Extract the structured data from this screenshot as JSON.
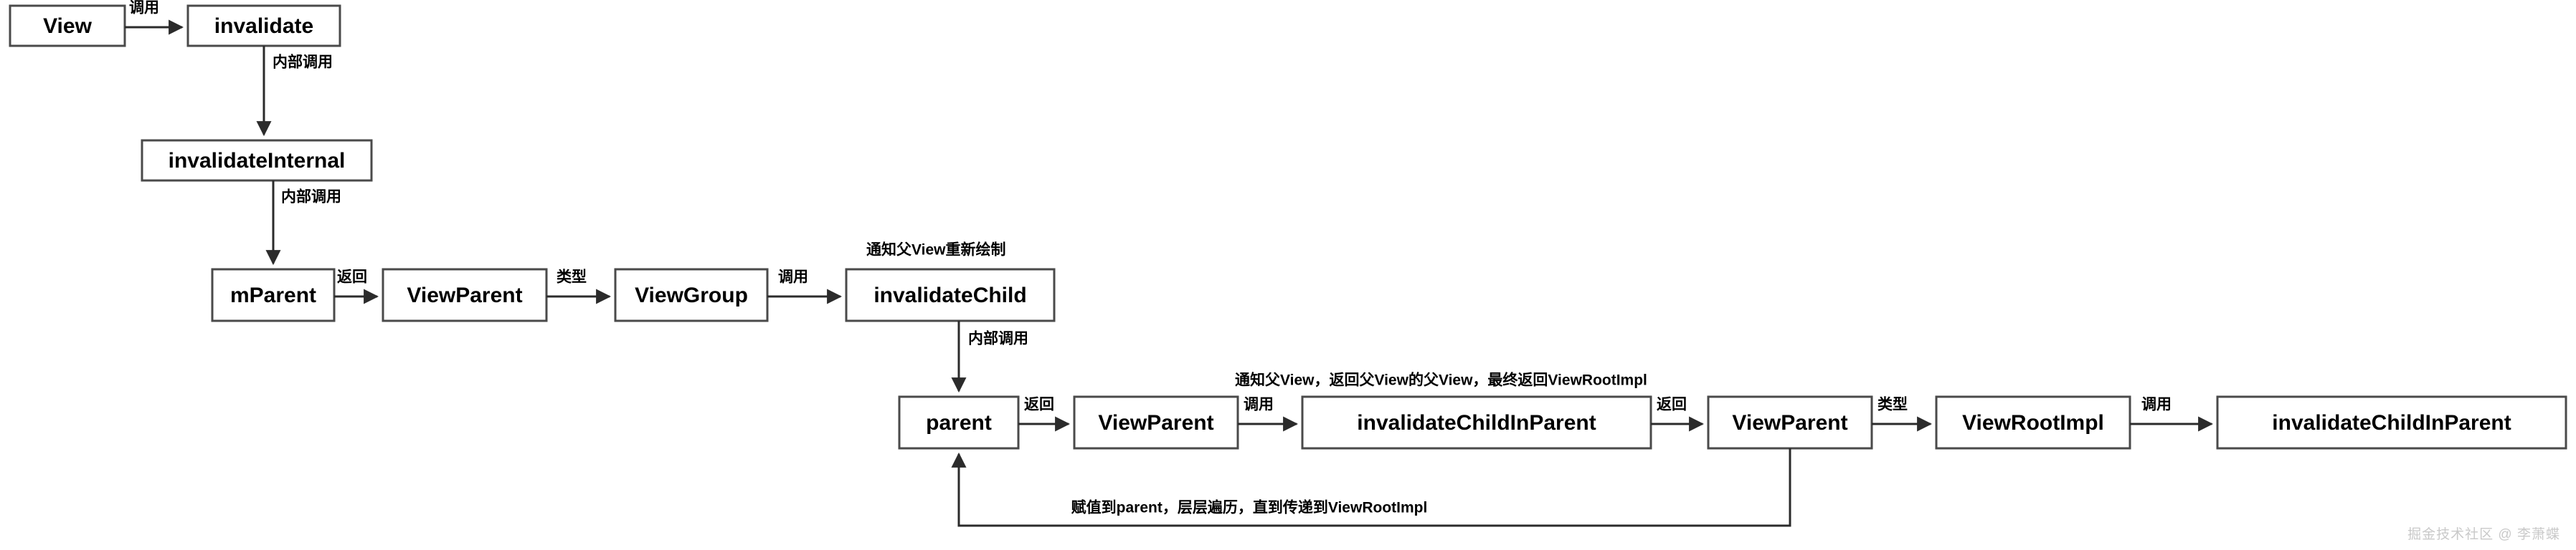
{
  "diagram": {
    "title": "Android View invalidate call flow",
    "colors": {
      "background": "#ffffff",
      "node_border": "#4a4a4a",
      "node_fill": "#ffffff",
      "edge": "#2b2b2b",
      "text": "#000000",
      "watermark": "#c9c9c9"
    },
    "nodes": [
      {
        "id": "view",
        "label": "View"
      },
      {
        "id": "invalidate",
        "label": "invalidate"
      },
      {
        "id": "invalidateInternal",
        "label": "invalidateInternal"
      },
      {
        "id": "mParent",
        "label": "mParent"
      },
      {
        "id": "viewParent1",
        "label": "ViewParent"
      },
      {
        "id": "viewGroup",
        "label": "ViewGroup"
      },
      {
        "id": "invalidateChild",
        "label": "invalidateChild"
      },
      {
        "id": "parent",
        "label": "parent"
      },
      {
        "id": "viewParent2",
        "label": "ViewParent"
      },
      {
        "id": "invalidateChildInParent1",
        "label": "invalidateChildInParent"
      },
      {
        "id": "viewParent3",
        "label": "ViewParent"
      },
      {
        "id": "viewRootImpl",
        "label": "ViewRootImpl"
      },
      {
        "id": "invalidateChildInParent2",
        "label": "invalidateChildInParent"
      }
    ],
    "edges": [
      {
        "id": "e1",
        "from": "view",
        "to": "invalidate",
        "label": "调用"
      },
      {
        "id": "e2",
        "from": "invalidate",
        "to": "invalidateInternal",
        "label": "内部调用"
      },
      {
        "id": "e3",
        "from": "invalidateInternal",
        "to": "mParent",
        "label": "内部调用"
      },
      {
        "id": "e4",
        "from": "mParent",
        "to": "viewParent1",
        "label": "返回"
      },
      {
        "id": "e5",
        "from": "viewParent1",
        "to": "viewGroup",
        "label": "类型"
      },
      {
        "id": "e6",
        "from": "viewGroup",
        "to": "invalidateChild",
        "label": "调用"
      },
      {
        "id": "e7",
        "from": "invalidateChild",
        "to": "parent",
        "label": "内部调用"
      },
      {
        "id": "e8",
        "from": "parent",
        "to": "viewParent2",
        "label": "返回"
      },
      {
        "id": "e9",
        "from": "viewParent2",
        "to": "invalidateChildInParent1",
        "label": "调用"
      },
      {
        "id": "e10",
        "from": "invalidateChildInParent1",
        "to": "viewParent3",
        "label": "返回"
      },
      {
        "id": "e11",
        "from": "viewParent3",
        "to": "viewRootImpl",
        "label": "类型"
      },
      {
        "id": "e12",
        "from": "viewRootImpl",
        "to": "invalidateChildInParent2",
        "label": "调用"
      },
      {
        "id": "e13",
        "from": "viewParent3",
        "to": "parent",
        "label": "赋值到parent，层层遍历，直到传递到ViewRootImpl"
      }
    ],
    "annotations": [
      {
        "id": "a1",
        "text": "通知父View重新绘制",
        "over": "invalidateChild"
      },
      {
        "id": "a2",
        "text": "通知父View，返回父View的父View，最终返回ViewRootImpl",
        "over": "invalidateChildInParent1"
      }
    ],
    "watermark": "掘金技术社区 @ 李萧蝶"
  }
}
